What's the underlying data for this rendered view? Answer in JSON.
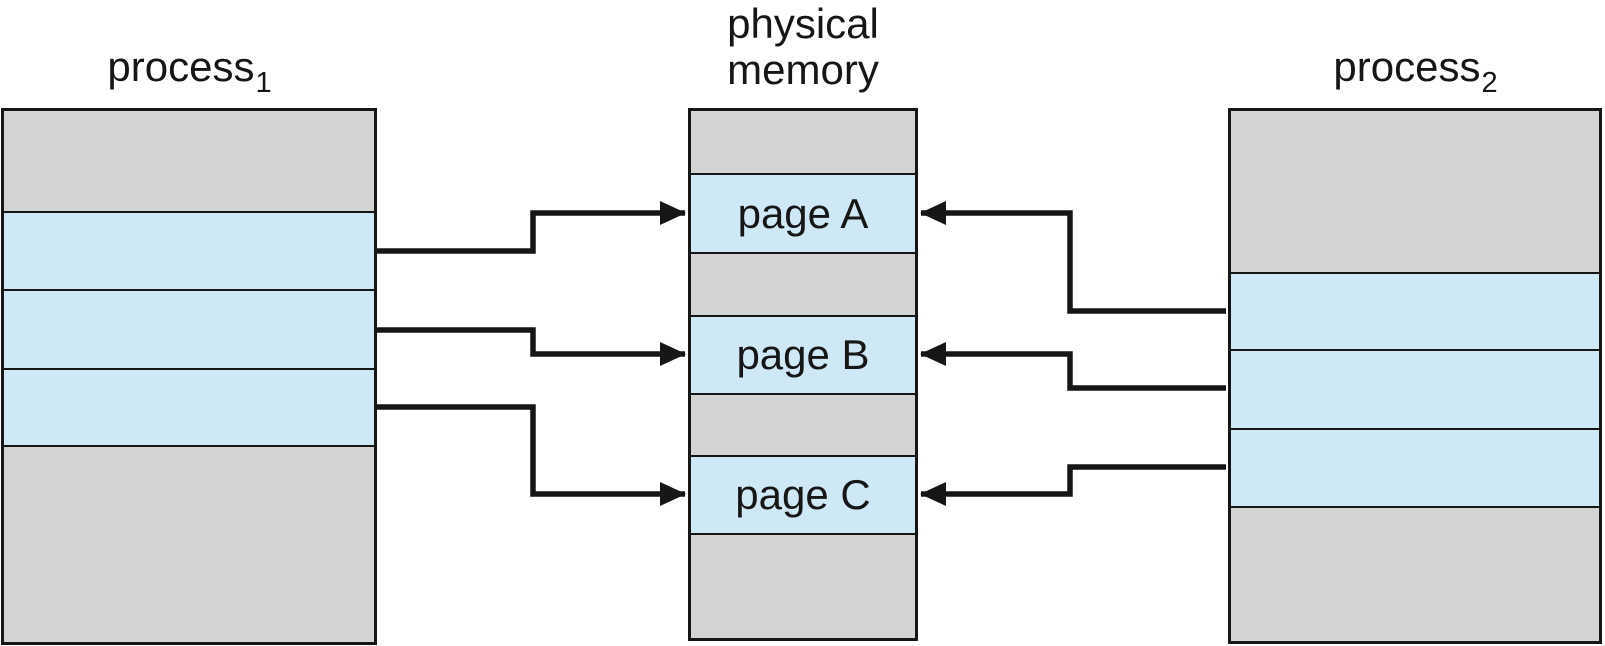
{
  "diagram": {
    "process1": {
      "label": "process",
      "subscript": "1",
      "segments": [
        "unshared",
        "shared",
        "shared",
        "shared",
        "unshared"
      ]
    },
    "physical_memory": {
      "label_line1": "physical",
      "label_line2": "memory",
      "frames": [
        "",
        "page A",
        "",
        "page B",
        "",
        "page C",
        ""
      ]
    },
    "process2": {
      "label": "process",
      "subscript": "2",
      "segments": [
        "unshared",
        "shared",
        "shared",
        "shared",
        "unshared"
      ]
    },
    "arrows": [
      {
        "from": "process1 shared segment 1",
        "to": "page A"
      },
      {
        "from": "process1 shared segment 2",
        "to": "page B"
      },
      {
        "from": "process1 shared segment 3",
        "to": "page C"
      },
      {
        "from": "process2 shared segment 1",
        "to": "page A"
      },
      {
        "from": "process2 shared segment 2",
        "to": "page B"
      },
      {
        "from": "process2 shared segment 3",
        "to": "page C"
      }
    ],
    "colors": {
      "shared_page_fill": "#cee8f6",
      "unshared_fill": "#d2d4d4",
      "outline": "#161616",
      "background": "#ffffff"
    }
  }
}
